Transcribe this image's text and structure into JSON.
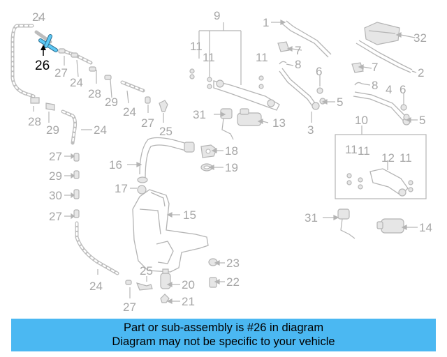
{
  "banner": {
    "line1": "Part or sub-assembly is #26 in diagram",
    "line2": "Diagram may not be specific to your vehicle",
    "background": "#4bb8f2"
  },
  "highlight": {
    "number": "26",
    "color": "#5cc8f4"
  },
  "labels": {
    "c1": "1",
    "c2": "2",
    "c3": "3",
    "c4": "4",
    "c5a": "5",
    "c5b": "5",
    "c6": "6",
    "c7a": "7",
    "c7b": "7",
    "c8a": "8",
    "c8b": "8",
    "c9": "9",
    "c10": "10",
    "c11a": "11",
    "c11b": "11",
    "c11c": "11",
    "c11d": "11",
    "c11e": "11",
    "c11f": "11",
    "c12": "12",
    "c13": "13",
    "c14": "14",
    "c15": "15",
    "c16": "16",
    "c17": "17",
    "c18": "18",
    "c19": "19",
    "c20": "20",
    "c21": "21",
    "c22": "22",
    "c23": "23",
    "c24a": "24",
    "c24b": "24",
    "c24c": "24",
    "c24d": "24",
    "c24e": "24",
    "c25a": "25",
    "c25b": "25",
    "c26": "26",
    "c27a": "27",
    "c27b": "27",
    "c27c": "27",
    "c27d": "27",
    "c27e": "27",
    "c28a": "28",
    "c28b": "28",
    "c29a": "29",
    "c29b": "29",
    "c29c": "29",
    "c30": "30",
    "c31a": "31",
    "c31b": "31",
    "c32": "32"
  }
}
